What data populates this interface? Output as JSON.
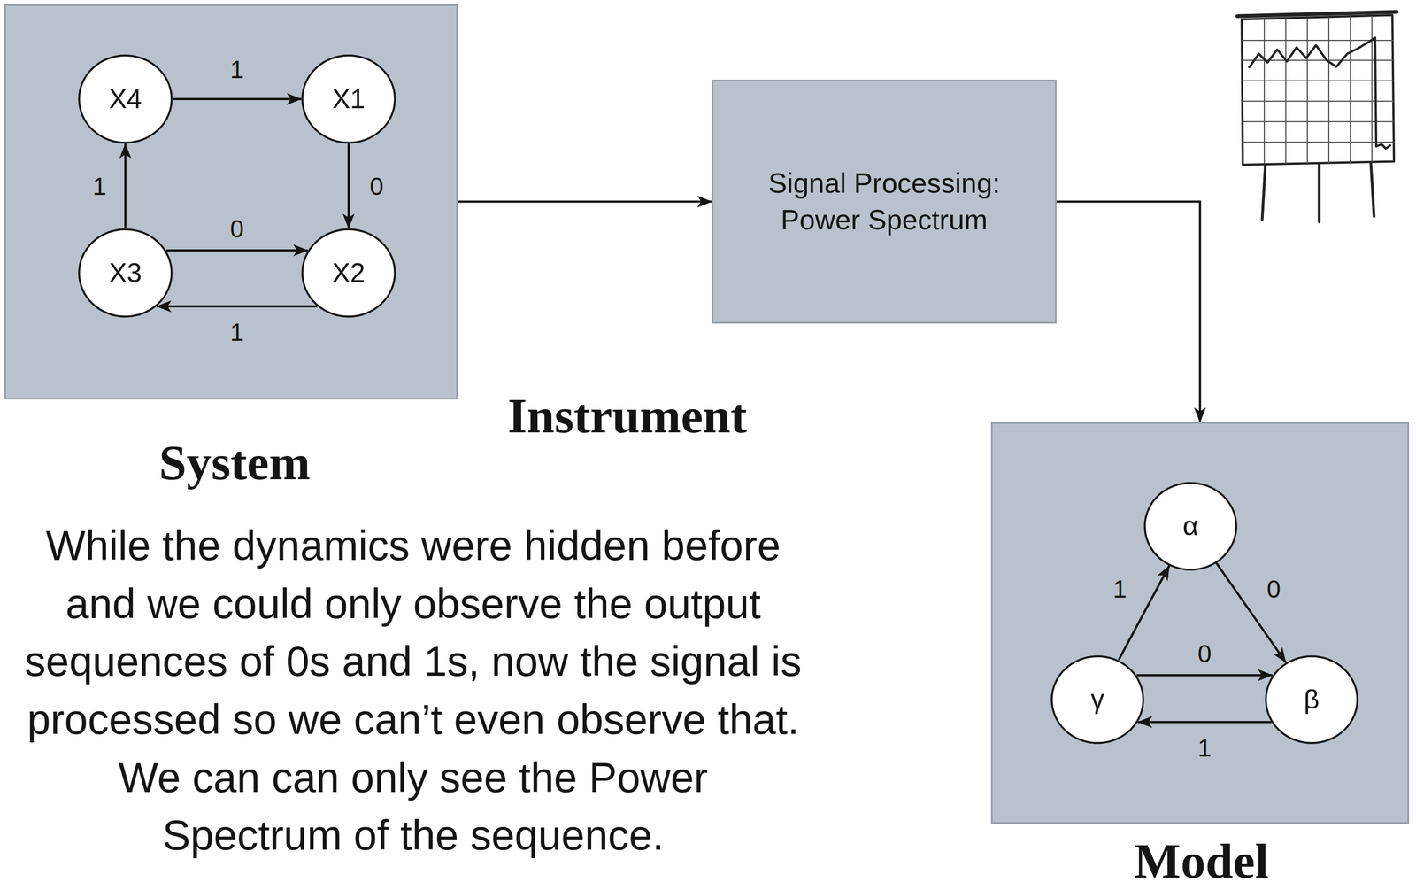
{
  "diagram": {
    "nodes": [
      {
        "text": [
          "System"
        ]
      },
      {
        "text": [
          "X4"
        ],
        "in": 0
      },
      {
        "text": [
          "X1"
        ],
        "in": 0
      },
      {
        "text": [
          "X3"
        ],
        "in": 0
      },
      {
        "text": [
          "X2"
        ],
        "in": 0
      },
      {
        "text": [
          "Signal Processing: Power Spectrum",
          "Instrument"
        ]
      },
      {
        "text": [
          "Model"
        ]
      },
      {
        "text": [
          "α"
        ],
        "in": 6
      },
      {
        "text": [
          "γ"
        ],
        "in": 6
      },
      {
        "text": [
          "β"
        ],
        "in": 6
      }
    ],
    "edges": [
      {
        "from": 1,
        "to": 2,
        "arrow": "to",
        "label": "1"
      },
      {
        "from": 2,
        "to": 4,
        "arrow": "to",
        "label": "0"
      },
      {
        "from": 3,
        "to": 1,
        "arrow": "to",
        "label": "1"
      },
      {
        "from": 3,
        "to": 4,
        "arrow": "to",
        "label": "0"
      },
      {
        "from": 4,
        "to": 3,
        "arrow": "to",
        "label": "1"
      },
      {
        "from": 0,
        "to": 5,
        "arrow": "to"
      },
      {
        "from": 5,
        "to": 6,
        "arrow": "to"
      },
      {
        "from": 8,
        "to": 7,
        "arrow": "to",
        "label": "1"
      },
      {
        "from": 7,
        "to": 9,
        "arrow": "to",
        "label": "0"
      },
      {
        "from": 8,
        "to": 9,
        "arrow": "to",
        "label": "0"
      },
      {
        "from": 9,
        "to": 8,
        "arrow": "to",
        "label": "1"
      }
    ],
    "labels": [
      "While the dynamics were hidden before and we could only observe the output sequences of 0s and 1s, now the signal is processed so we can’t even observe that. We can can only see the Power Spectrum of the sequence."
    ]
  }
}
